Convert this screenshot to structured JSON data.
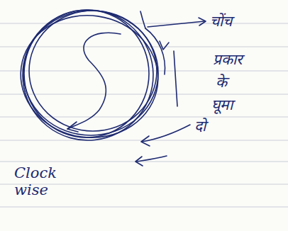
{
  "diagram": {
    "labels": [
      "चोंच",
      "प्रकार",
      "के",
      "घूमा",
      "दो",
      "Clock wise"
    ]
  }
}
